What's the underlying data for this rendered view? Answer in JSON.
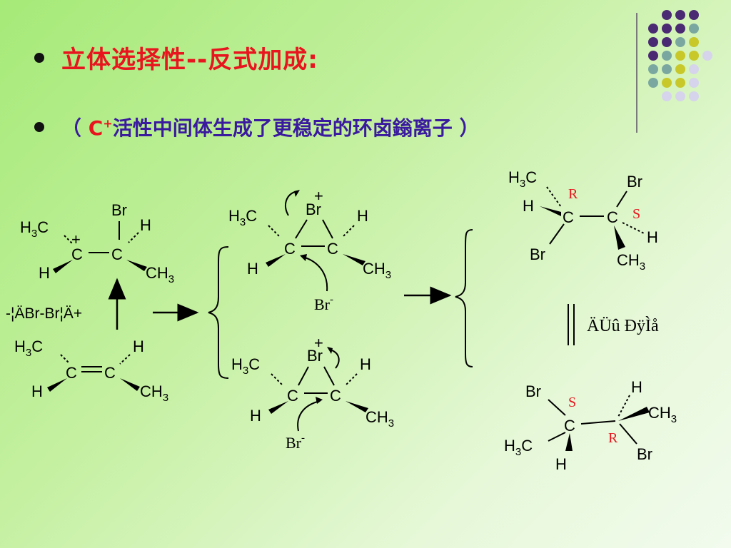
{
  "slide": {
    "title": "立体选择性--反式加成:",
    "subtitle": {
      "open": "（ ",
      "c_plus_base": "C",
      "c_plus_sup": "+",
      "middle": "活性中间体生成了更稳定的环卤鎓离子 ",
      "close": "）"
    }
  },
  "labels": {
    "br": "Br",
    "h": "H",
    "c": "C",
    "ch": "CH",
    "h3c_h": "H",
    "h3c_c": "C",
    "three": "3",
    "plus": "+",
    "minus": "-",
    "r": "R",
    "s": "S",
    "br_anion": "Br",
    "br_anion_charge": "-",
    "reagent": "-¦ÄBr-Br¦Ä+",
    "product_note": "ÄÜû ÐÿÌå"
  },
  "colors": {
    "title": "#e8141e",
    "subtitle": "#3a1a9e",
    "config": "#e8141e",
    "deco_purple": "#4a2a72",
    "deco_teal": "#7aa8a0",
    "deco_yellow": "#c8c82a",
    "deco_lavender": "#d6d4ec"
  }
}
